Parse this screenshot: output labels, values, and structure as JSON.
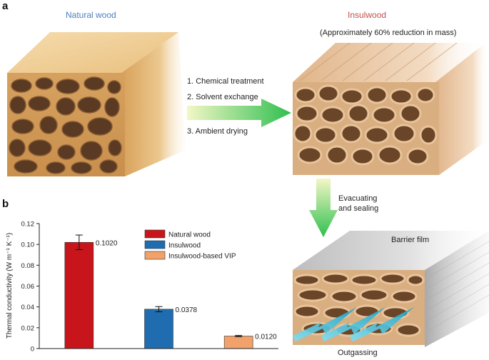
{
  "panel_a": {
    "letter": "a",
    "natural_wood_label": "Natural wood",
    "insulwood_label": "Insulwood",
    "mass_note": "(Approximately 60% reduction in mass)",
    "steps": [
      "1. Chemical treatment",
      "2. Solvent exchange",
      "3. Ambient drying"
    ],
    "evacuating_line1": "Evacuating",
    "evacuating_line2": "and sealing",
    "barrier_label": "Barrier film",
    "outgassing_label": "Outgassing",
    "colors": {
      "natural_label": "#4a7fc1",
      "insulwood_label": "#c0504d"
    }
  },
  "panel_b": {
    "letter": "b",
    "y_axis_label": "Thermal conductivity (W m⁻¹ K⁻¹)"
  },
  "chart_data": {
    "type": "bar",
    "categories": [
      "Natural wood",
      "Insulwood",
      "Insulwood-based VIP"
    ],
    "values": [
      0.102,
      0.0378,
      0.012
    ],
    "value_labels": [
      "0.1020",
      "0.0378",
      "0.0120"
    ],
    "errors": [
      0.007,
      0.0025,
      0.0006
    ],
    "colors": [
      "#c8151b",
      "#1f6db0",
      "#f0a26a"
    ],
    "ylim": [
      0,
      0.12
    ],
    "yticks": [
      "0",
      "0.02",
      "0.04",
      "0.06",
      "0.08",
      "0.10",
      "0.12"
    ],
    "legend": [
      "Natural wood",
      "Insulwood",
      "Insulwood-based VIP"
    ],
    "legend_position": "top-right",
    "ylabel": "Thermal conductivity (W m⁻¹ K⁻¹)"
  }
}
